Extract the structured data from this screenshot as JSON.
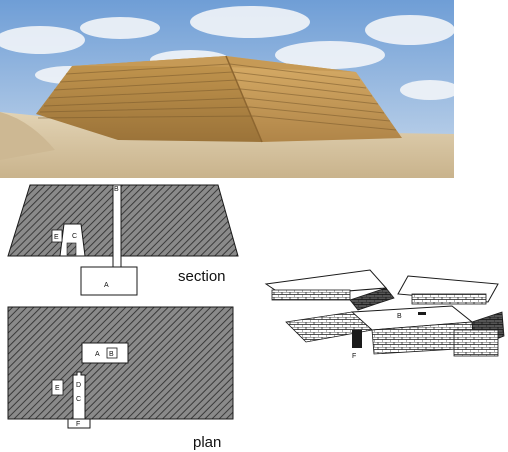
{
  "photo": {
    "subject-icon": "mastaba-pyramid-photo"
  },
  "section": {
    "caption": "section",
    "labels": {
      "shaft": "B",
      "chamber": "A",
      "room_c": "C",
      "room_e": "E"
    }
  },
  "plan": {
    "caption": "plan",
    "labels": {
      "chamber": "A",
      "chamber_inner": "B",
      "room_d": "D",
      "room_c": "C",
      "room_e": "E",
      "entrance": "F"
    }
  },
  "isometric": {
    "labels": {
      "room_b": "B",
      "entrance": "F"
    }
  },
  "colors": {
    "sky": "#8fb4de",
    "sand": "#d8c7a6",
    "stone": "#b3884a",
    "ink": "#1a1a1a"
  }
}
